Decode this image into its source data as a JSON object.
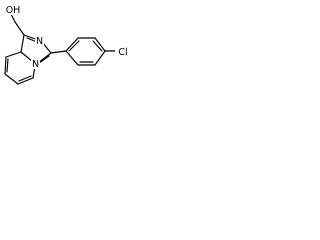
{
  "molecule": {
    "labels": {
      "hydroxyl": "OH",
      "ring_nitrogen_top": "N",
      "ring_nitrogen_bridge": "N",
      "chlorine": "Cl"
    }
  }
}
